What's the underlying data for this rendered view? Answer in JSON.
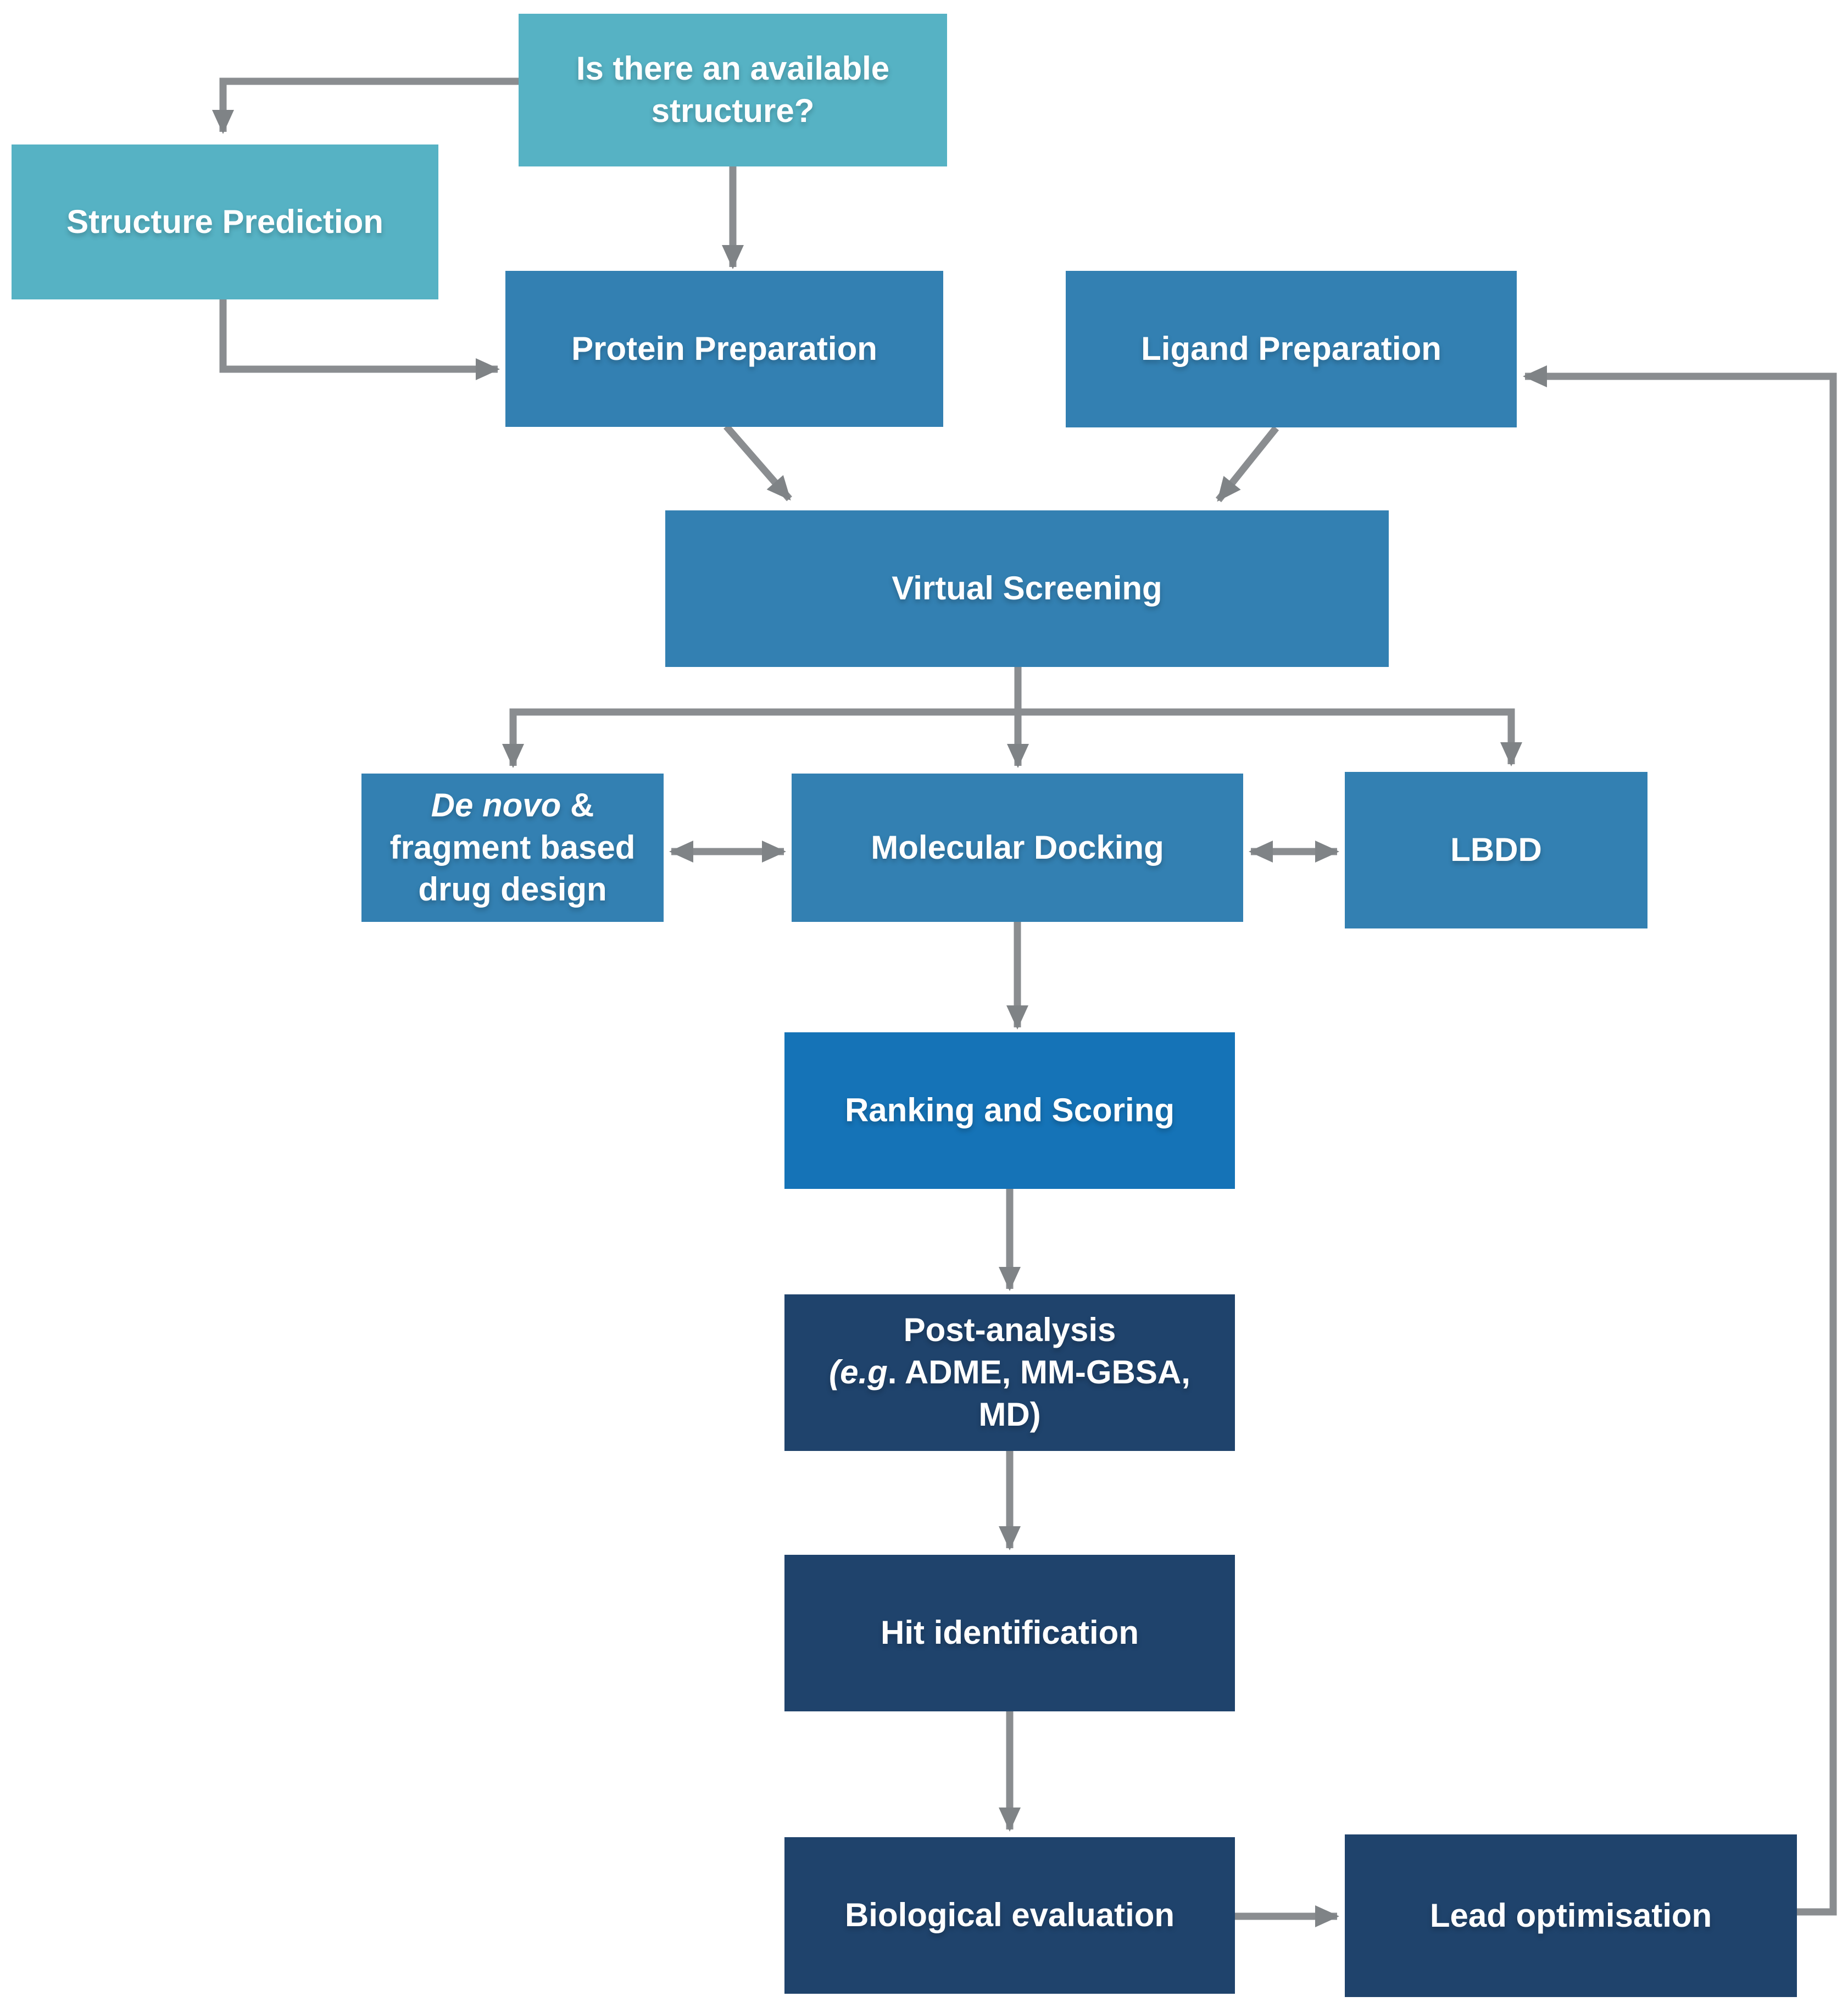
{
  "boxes": {
    "question": {
      "label": "Is there an available structure?"
    },
    "structure_prediction": {
      "label": "Structure Prediction"
    },
    "protein_preparation": {
      "label": "Protein Preparation"
    },
    "ligand_preparation": {
      "label": "Ligand Preparation"
    },
    "virtual_screening": {
      "label": "Virtual Screening"
    },
    "de_novo": {
      "line1_italic": "De novo",
      "line1_rest": " &",
      "line2": "fragment based",
      "line3": "drug design"
    },
    "molecular_docking": {
      "label": "Molecular Docking"
    },
    "lbdd": {
      "label": "LBDD"
    },
    "ranking_scoring": {
      "label": "Ranking and Scoring"
    },
    "post_analysis": {
      "line1": "Post-analysis",
      "line2_italic": "(e.g",
      "line2_rest": ". ADME, MM-GBSA,",
      "line3": "MD)"
    },
    "hit_identification": {
      "label": "Hit identification"
    },
    "biological_evaluation": {
      "label": "Biological evaluation"
    },
    "lead_optimisation": {
      "label": "Lead optimisation"
    }
  },
  "colors": {
    "teal_box": "#56B2C4",
    "medium_blue_box": "#3380B2",
    "bright_blue_box": "#1573B7",
    "navy_box": "#1F436C",
    "arrow_line": "#8A8D90",
    "arrow_head": "#7F8386",
    "text": "#FFFFFF",
    "background": "#FFFFFF"
  }
}
